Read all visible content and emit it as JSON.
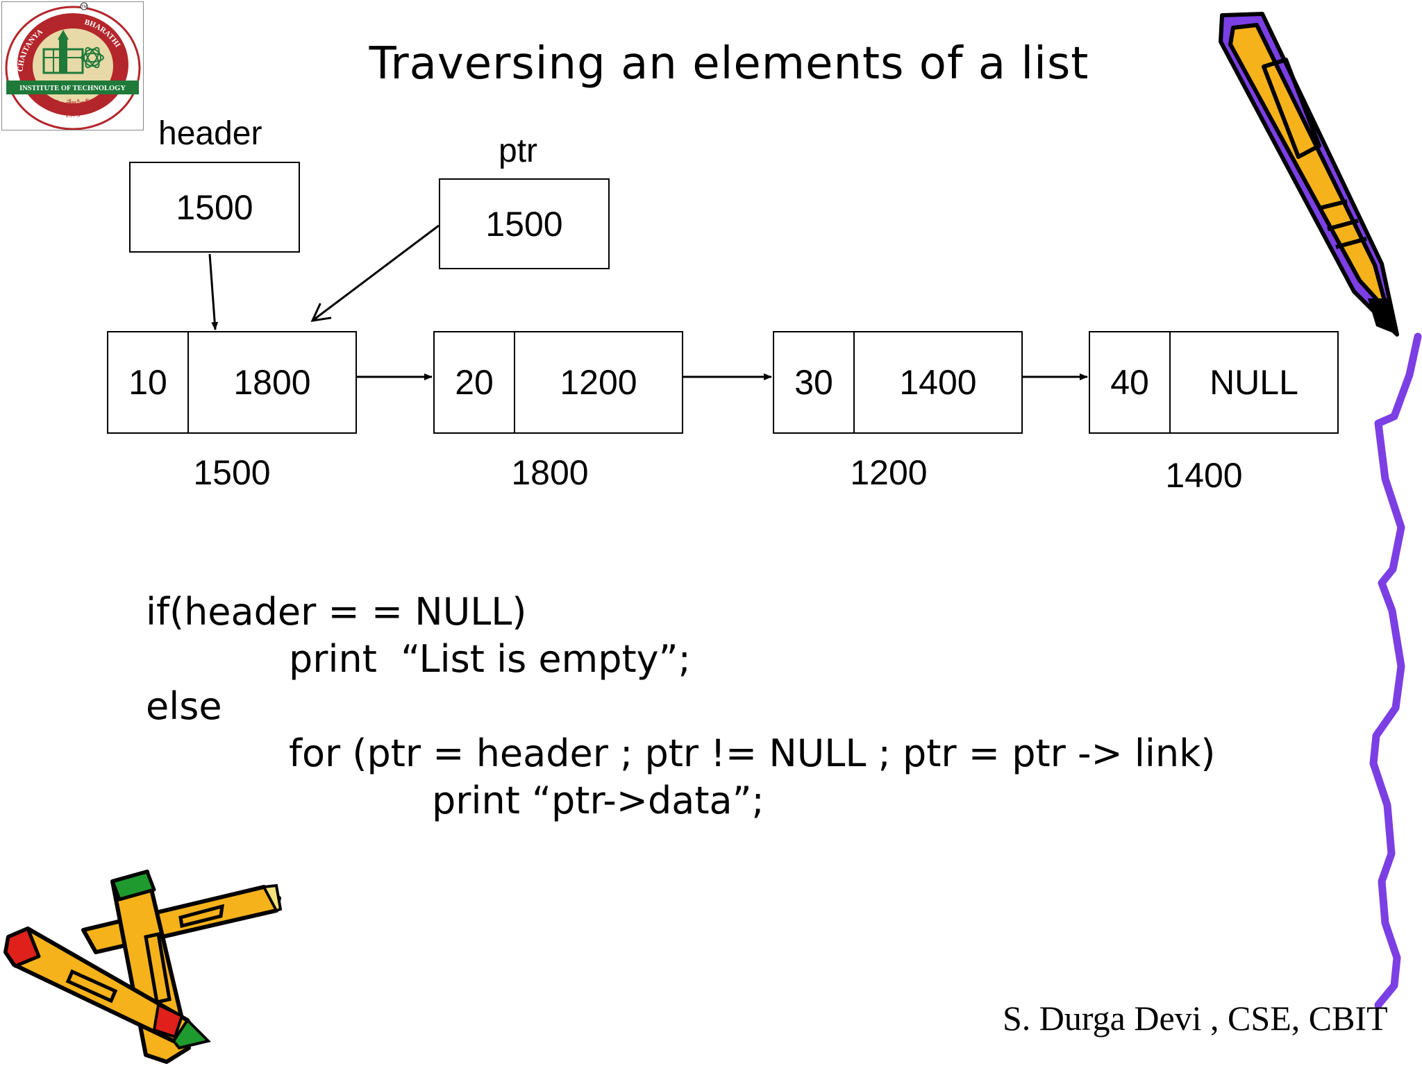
{
  "slide": {
    "title": "Traversing an elements of a list",
    "footer": "S. Durga Devi , CSE, CBIT"
  },
  "logo": {
    "arc_left": "CHAITANYA",
    "arc_right": "BHARATHI",
    "ribbon": "INSTITUTE OF TECHNOLOGY",
    "motto": "స్వయం తేజస్విన్ భవ",
    "year": "1979",
    "trademark": "TM"
  },
  "pointers": {
    "header": {
      "label": "header",
      "value": "1500"
    },
    "ptr": {
      "label": "ptr",
      "value": "1500"
    }
  },
  "nodes": [
    {
      "data": "10",
      "link": "1800",
      "address": "1500"
    },
    {
      "data": "20",
      "link": "1200",
      "address": "1800"
    },
    {
      "data": "30",
      "link": "1400",
      "address": "1200"
    },
    {
      "data": "40",
      "link": "NULL",
      "address": "1400"
    }
  ],
  "code": {
    "line1": "if(header = = NULL)",
    "line2": "print  “List is empty”;",
    "line3": "else",
    "line4": "for (ptr = header ; ptr != NULL ; ptr = ptr -> link)",
    "line5": "print “ptr->data”;"
  },
  "colors": {
    "pencil_body": "#f5b21b",
    "pencil_outline": "#000000",
    "squiggle": "#7b3fe4",
    "logo_red": "#b3262b",
    "logo_green": "#1f7a3a",
    "eraser_red": "#e0201b",
    "eraser_green": "#1e9a2e"
  },
  "decorations": {
    "top_right": "pencil-icon",
    "right_edge": "squiggle-line",
    "bottom_left": "crossed-pencils-icon"
  }
}
